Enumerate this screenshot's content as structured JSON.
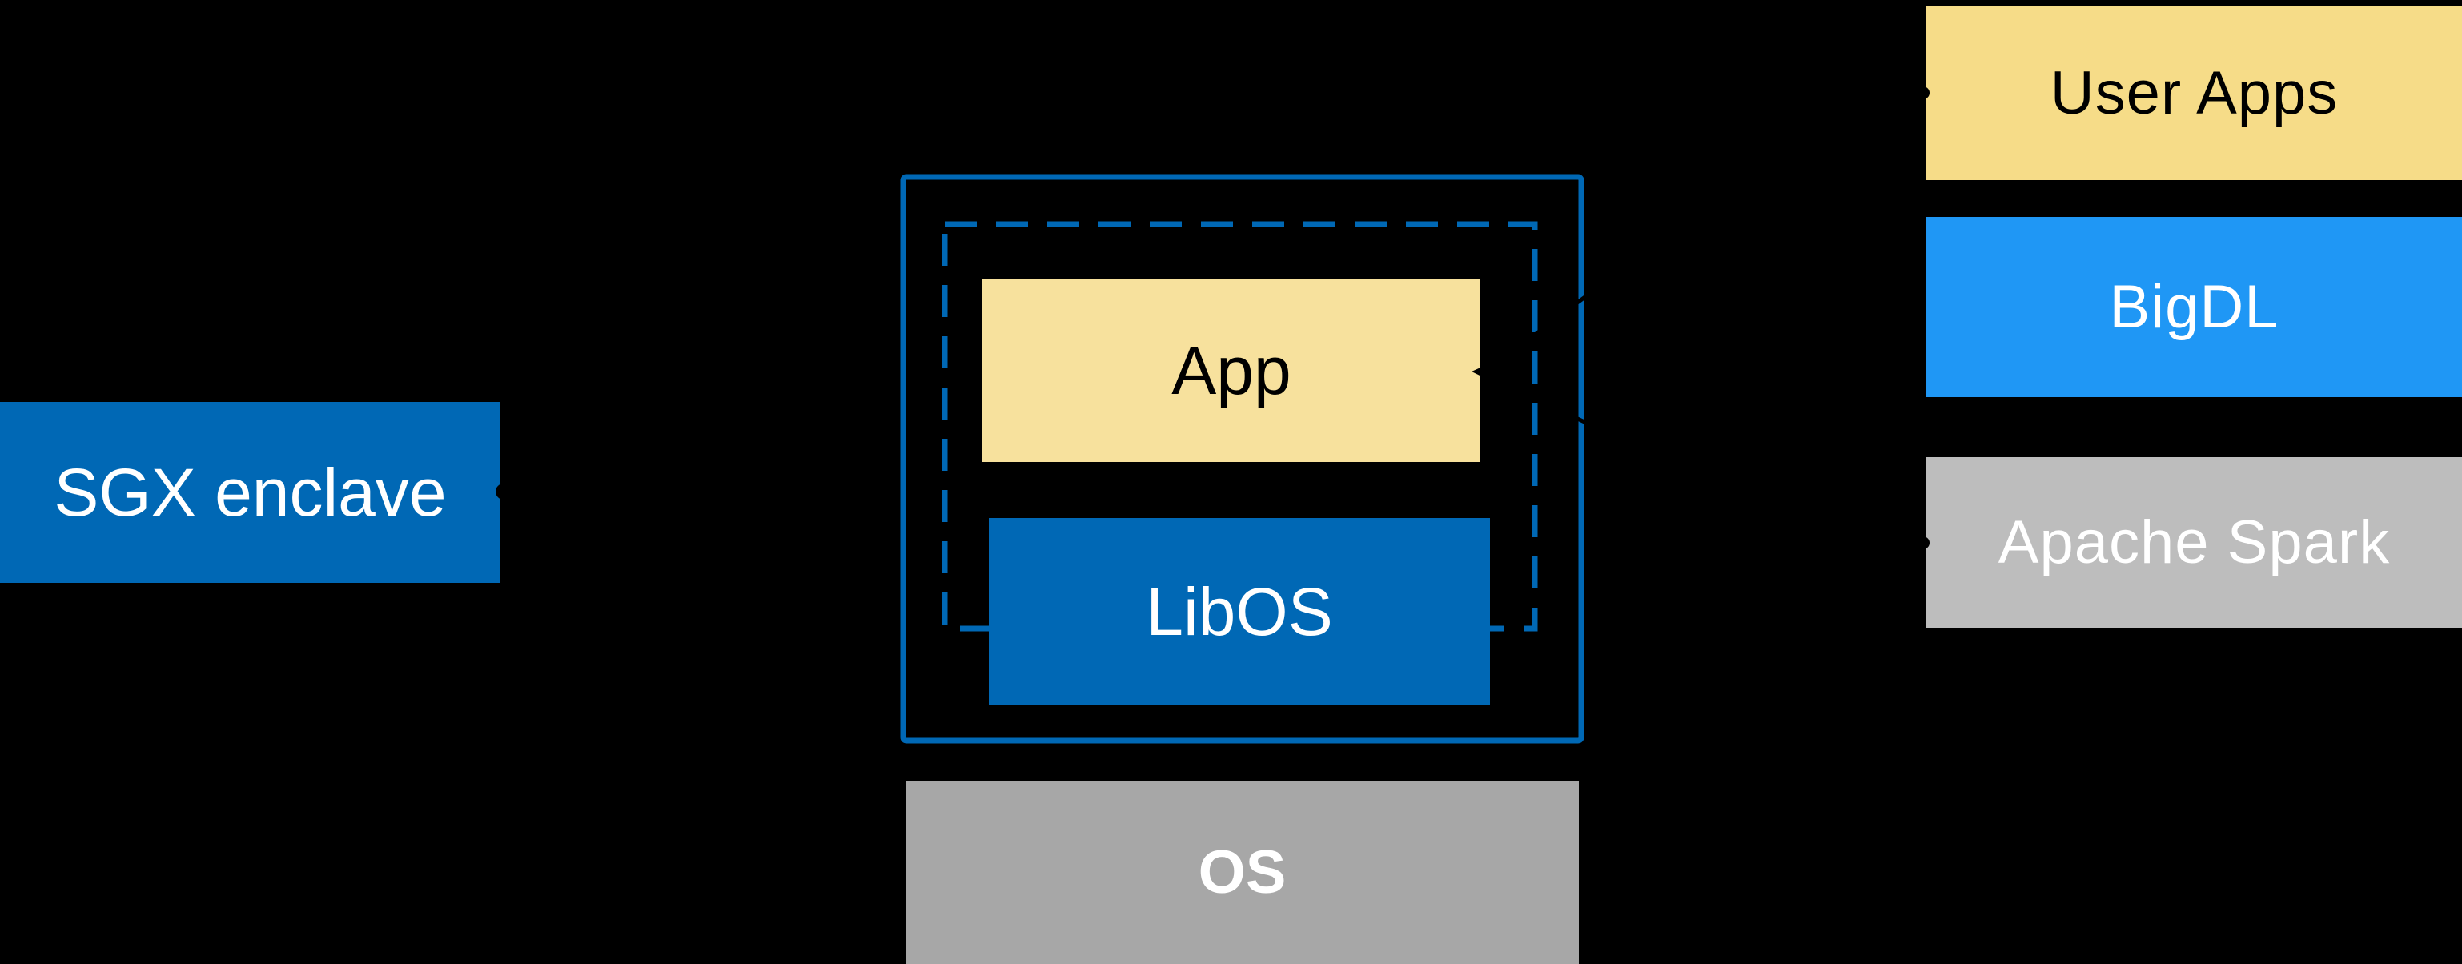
{
  "diagram": {
    "background": "#000000",
    "colors": {
      "intel_blue": "#0068B5",
      "bigdl_blue": "#1F97F5",
      "app_yellow": "#F7E19D",
      "user_apps_yellow": "#F6DC88",
      "os_gray": "#A7A7A7",
      "spark_gray": "#BDBDBD",
      "arrow_black": "#000000"
    },
    "sgx": {
      "label": "SGX enclave"
    },
    "enclave": {
      "app": {
        "label": "App"
      },
      "libos": {
        "label": "LibOS"
      }
    },
    "os": {
      "label": "OS"
    },
    "stack": {
      "items": [
        {
          "label": "User Apps"
        },
        {
          "label": "BigDL"
        },
        {
          "label": "Apache Spark"
        }
      ]
    },
    "connectors": {
      "sgx_to_enclave": {
        "from": "SGX enclave",
        "to": "enclave"
      },
      "stack_to_app_upper": {
        "from": "User Apps",
        "to": "App"
      },
      "stack_to_app_lower": {
        "from": "Apache Spark",
        "to": "App"
      }
    }
  }
}
